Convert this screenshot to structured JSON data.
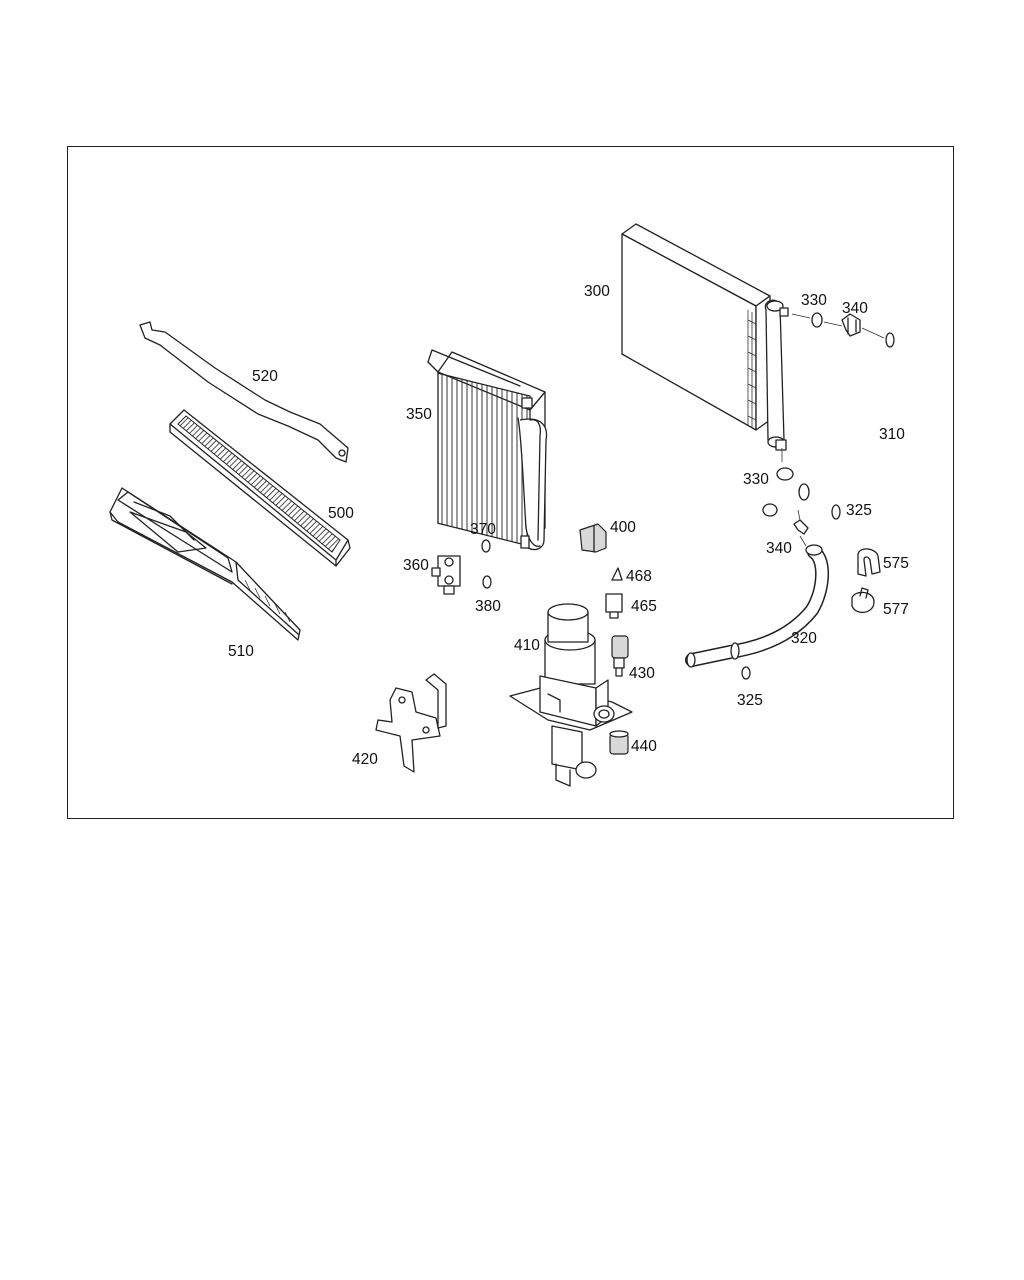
{
  "diagram": {
    "labels": {
      "p300": "300",
      "p310": "310",
      "p320": "320",
      "p325a": "325",
      "p325b": "325",
      "p330a": "330",
      "p330b": "330",
      "p340a": "340",
      "p340b": "340",
      "p350": "350",
      "p360": "360",
      "p370": "370",
      "p380": "380",
      "p400": "400",
      "p410": "410",
      "p420": "420",
      "p430": "430",
      "p440": "440",
      "p465": "465",
      "p468": "468",
      "p500": "500",
      "p510": "510",
      "p520": "520",
      "p575": "575",
      "p577": "577"
    }
  }
}
